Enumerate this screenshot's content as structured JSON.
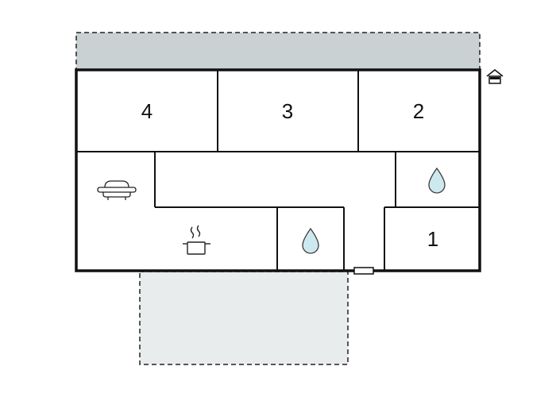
{
  "plan": {
    "rooms": [
      {
        "id": "bedroom-4",
        "label": "4"
      },
      {
        "id": "bedroom-3",
        "label": "3"
      },
      {
        "id": "bedroom-2",
        "label": "2"
      },
      {
        "id": "bedroom-1",
        "label": "1"
      }
    ],
    "icons": {
      "living": "sofa-icon",
      "kitchen": "cooking-pot-icon",
      "bathroom": "water-drop-icon",
      "entrance": "house-icon",
      "door": "door-icon"
    },
    "colors": {
      "wall": "#111111",
      "terrace_top": "#c9d1d3",
      "terrace_bottom": "#e8eced",
      "water": "#cde9ef",
      "water_stroke": "#3a3a3a"
    }
  }
}
